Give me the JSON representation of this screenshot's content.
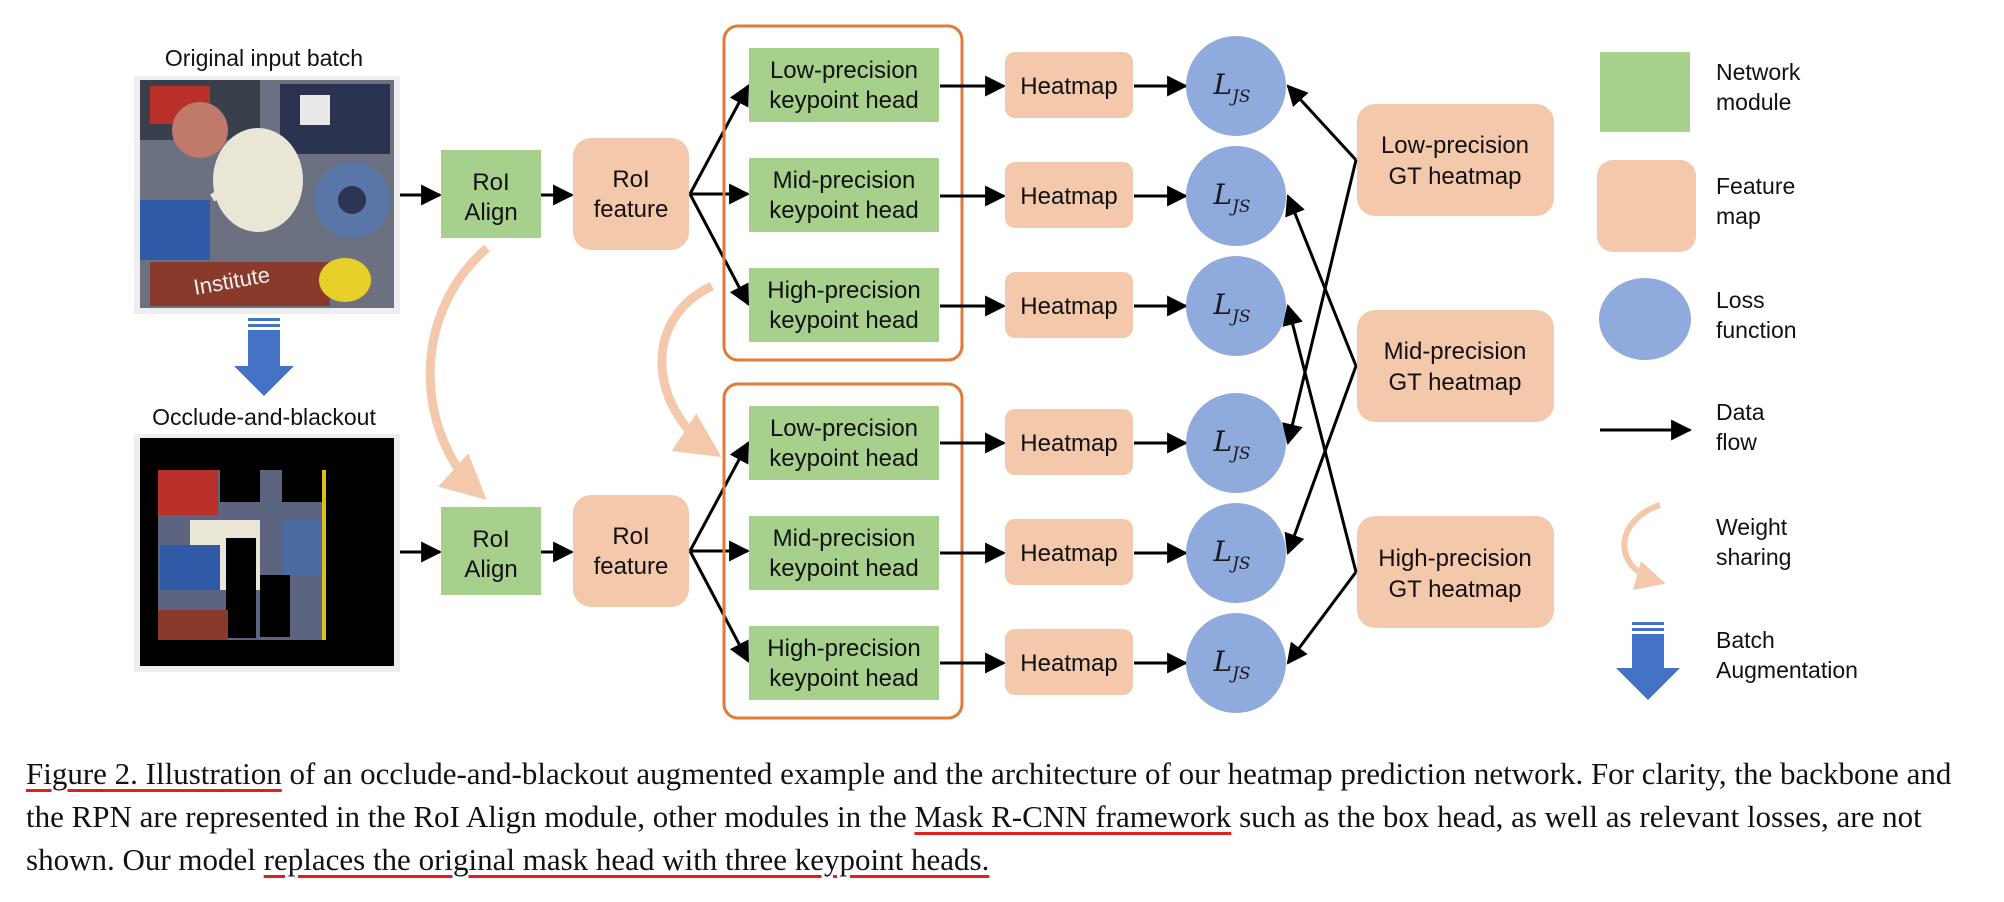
{
  "inputs": {
    "original_label": "Original input batch",
    "occluded_label": "Occlude-and-blackout"
  },
  "roi_align_label": "RoI Align",
  "roi_feature_label": "RoI feature",
  "heads": {
    "low": "Low-precision keypoint head",
    "mid": "Mid-precision keypoint head",
    "high": "High-precision keypoint head"
  },
  "heatmap_label": "Heatmap",
  "loss_symbol": "L",
  "loss_subscript": "JS",
  "gt": {
    "low": "Low-precision GT heatmap",
    "mid": "Mid-precision GT heatmap",
    "high": "High-precision GT heatmap"
  },
  "legend": {
    "network_module": "Network module",
    "feature_map": "Feature map",
    "loss_function": "Loss function",
    "data_flow": "Data flow",
    "weight_sharing": "Weight sharing",
    "batch_augmentation": "Batch Augmentation"
  },
  "colors": {
    "module": "#a8d08d",
    "feature": "#f4c9ab",
    "loss": "#8faadc",
    "group_border": "#e07b3a",
    "weight_sharing": "#f4c9ab",
    "augmentation_arrow": "#4472c4"
  },
  "caption": {
    "s1": "Figure 2. Illustration",
    "s2": " of an occlude-and-blackout augmented example and the architecture of our heatmap prediction network. For clarity, the backbone and the RPN are represented in the RoI Align module, other modules in the ",
    "s3": "Mask R-CNN framework",
    "s4": " such as the box head, as well as relevant losses, are not shown. Our model ",
    "s5": "replaces the original mask head with three keypoint heads."
  }
}
